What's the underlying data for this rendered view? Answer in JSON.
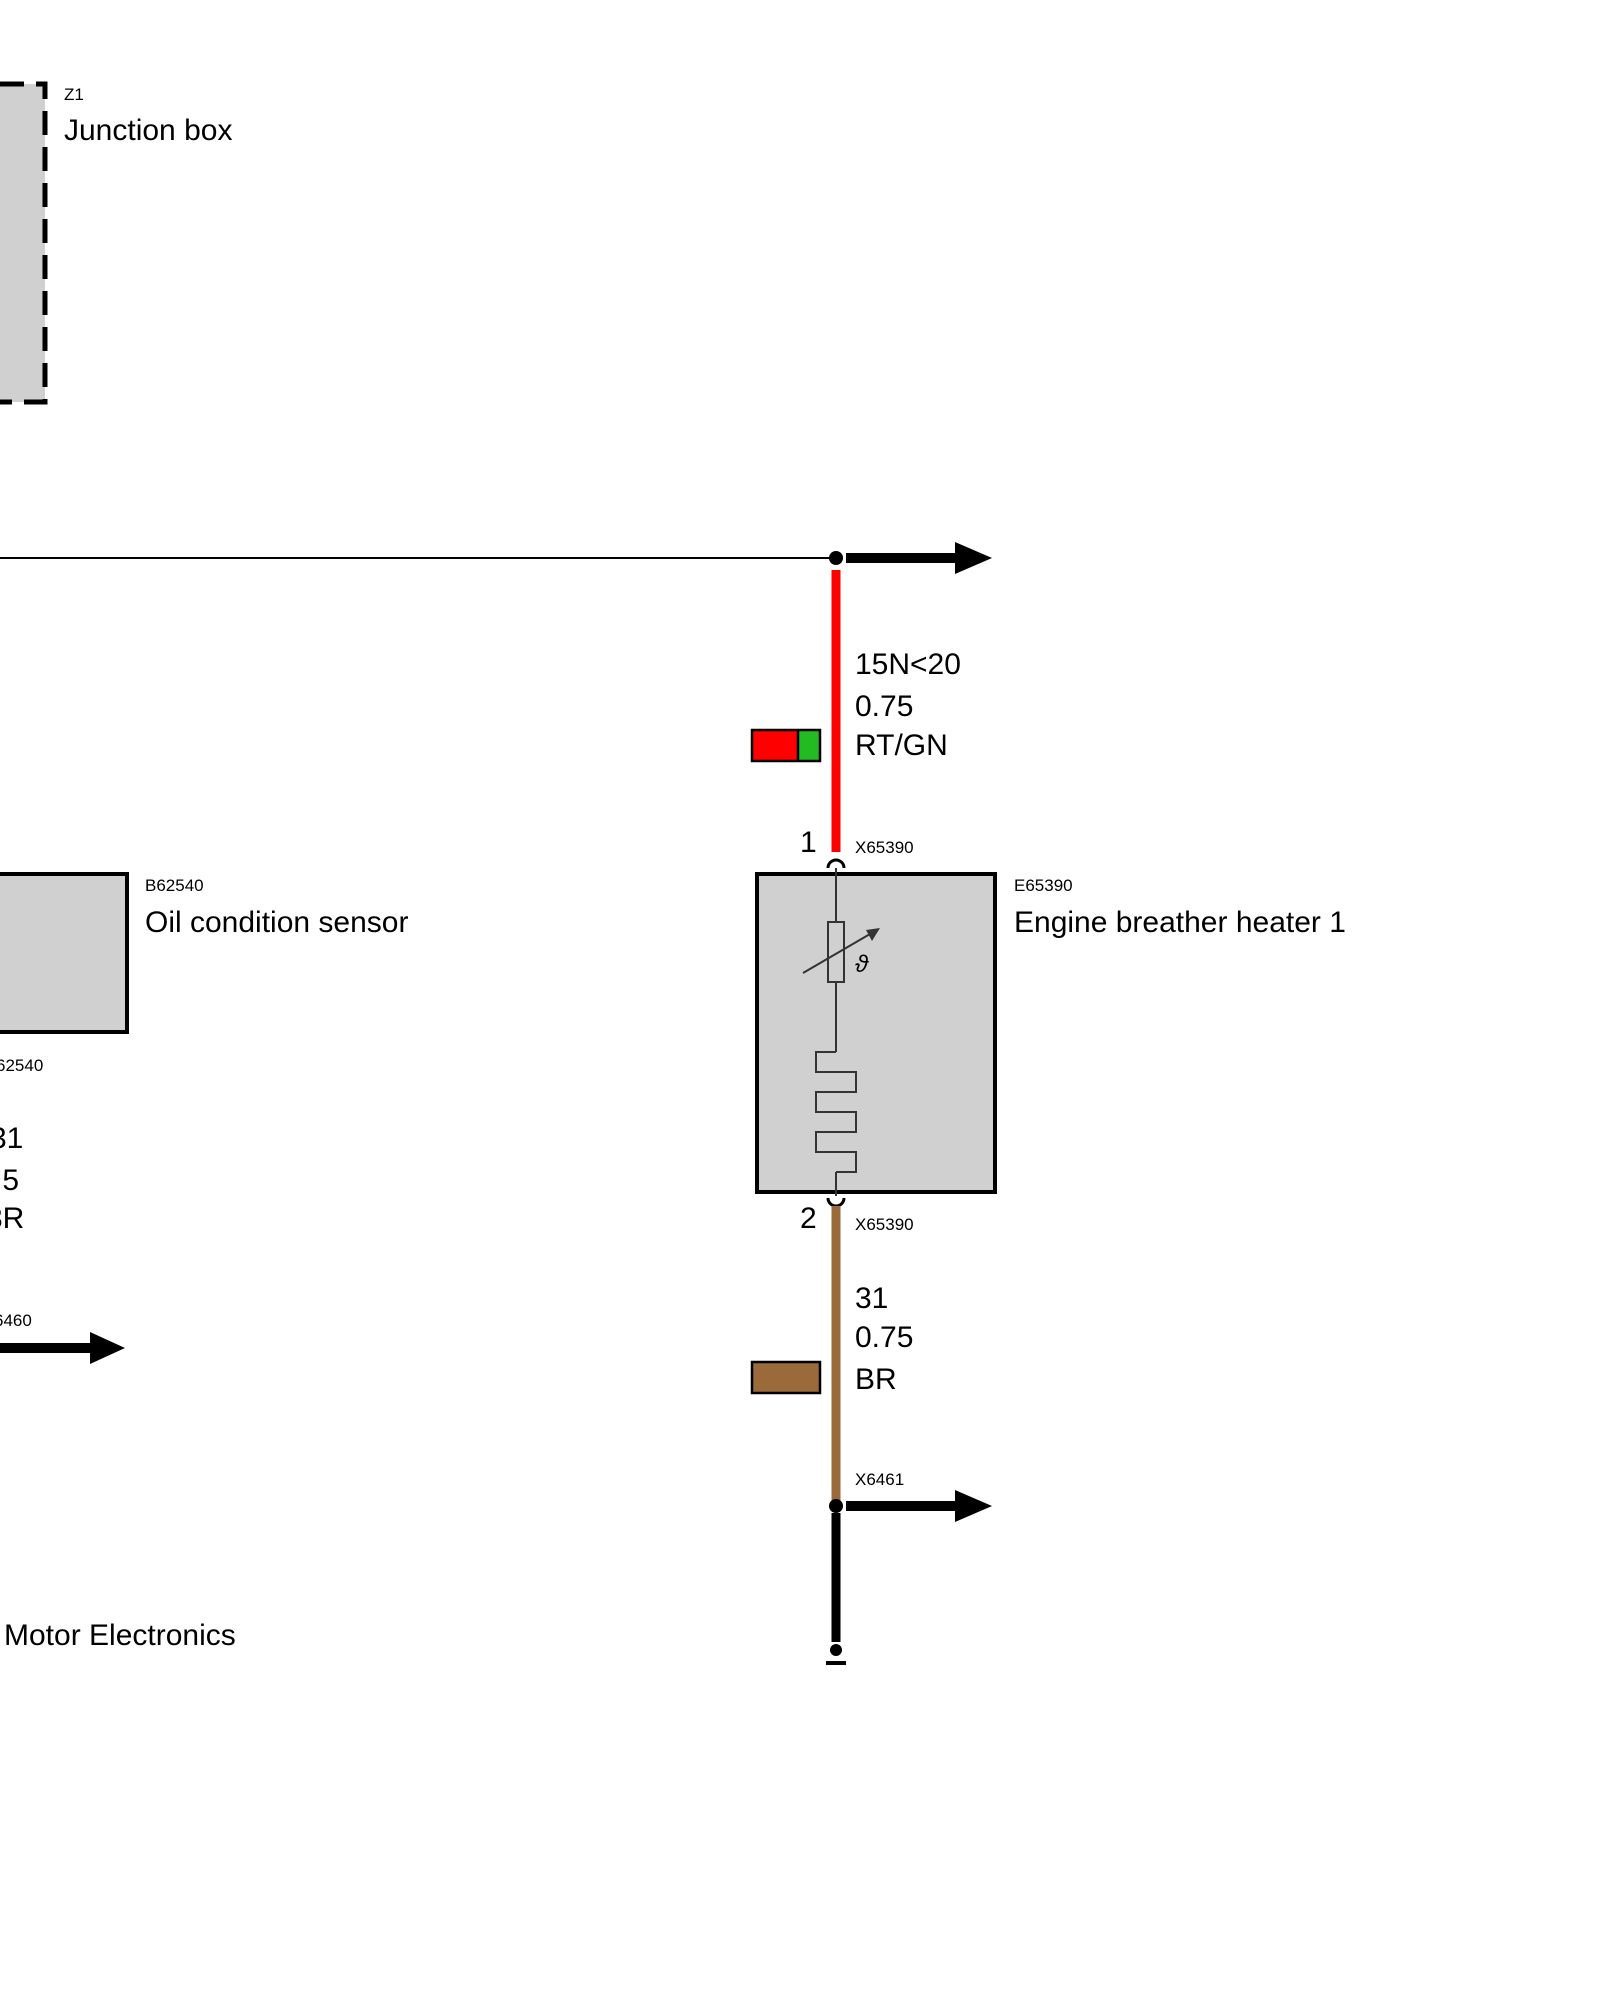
{
  "junction_box": {
    "id": "Z1",
    "name": "Junction box"
  },
  "oil_sensor": {
    "id": "B62540",
    "name": "Oil condition sensor",
    "connector_partial": "62540",
    "wire_terminal_partial": "31",
    "wire_cross_section_partial": ".5",
    "wire_color_partial": "3R",
    "arrow_ref_partial": "6460"
  },
  "motor_electronics_partial": "Motor Electronics",
  "heater": {
    "id": "E65390",
    "name": "Engine breather heater 1",
    "pin_top": "1",
    "pin_bottom": "2",
    "connector_top": "X65390",
    "connector_bottom": "X65390"
  },
  "wire_supply": {
    "terminal": "15N<20",
    "cross_section": "0.75",
    "color_code": "RT/GN",
    "colors": [
      "#ff0000",
      "#22bb22"
    ]
  },
  "wire_ground": {
    "terminal": "31",
    "cross_section": "0.75",
    "color_code": "BR",
    "colors": [
      "#9b6a3a"
    ]
  },
  "ground_connector": "X6461",
  "sensor_symbol": "ϑ",
  "icons": [
    "thermistor-icon",
    "heating-element-icon",
    "arrow-right-icon",
    "ground-icon"
  ]
}
